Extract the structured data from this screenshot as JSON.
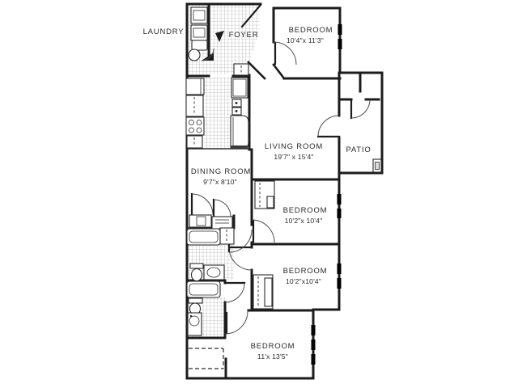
{
  "floor_plan": {
    "background": "#ffffff",
    "line_color": "#1c1c1c",
    "tile_color": "#999999",
    "rooms": {
      "laundry": {
        "label": "LAUNDRY",
        "dimensions": ""
      },
      "foyer": {
        "label": "FOYER",
        "dimensions": ""
      },
      "bedroom_top": {
        "label": "BEDROOM",
        "dimensions": "10'4\"x 11'3\""
      },
      "living_room": {
        "label": "LIVING ROOM",
        "dimensions": "19'7\" x 15'4\""
      },
      "patio": {
        "label": "PATIO",
        "dimensions": ""
      },
      "dining_room": {
        "label": "DINING ROOM",
        "dimensions": "9'7\"x 8'10\""
      },
      "bedroom_middle": {
        "label": "BEDROOM",
        "dimensions": "10'2\"x 10'4\""
      },
      "bedroom_lower": {
        "label": "BEDROOM",
        "dimensions": "10'2\"x10'4\""
      },
      "bedroom_bottom": {
        "label": "BEDROOM",
        "dimensions": "11'x 13'5\""
      }
    }
  }
}
